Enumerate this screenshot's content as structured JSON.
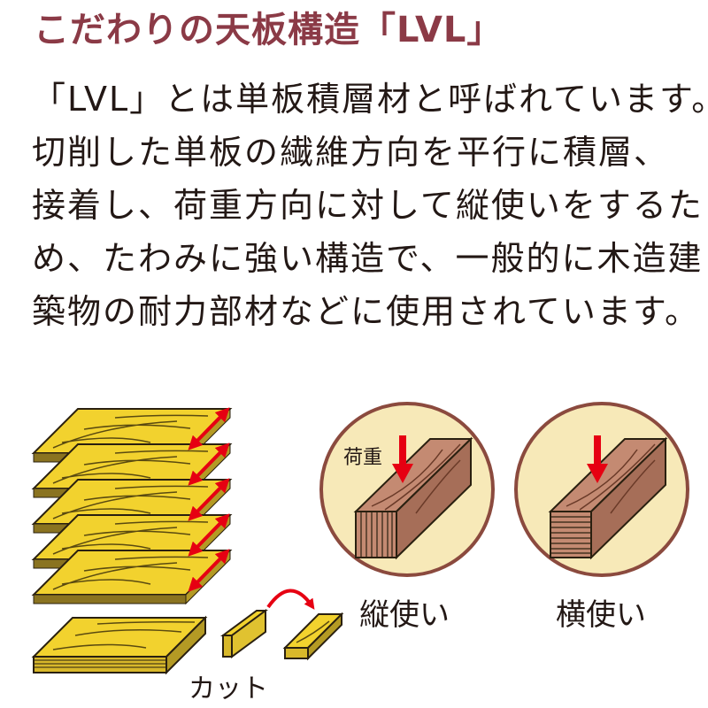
{
  "title": "こだわりの天板構造「LVL」",
  "description_lines": [
    "「LVL」とは単板積層材と呼ばれています。",
    "切削した単板の繊維方向を平行に積層、",
    "接着し、荷重方向に対して縦使いをするた",
    "め、たわみに強い構造で、一般的に木造建",
    "築物の耐力部材などに使用されています。"
  ],
  "diagram": {
    "cut_label": "カット",
    "load_label": "荷重",
    "vertical_use_label": "縦使い",
    "horizontal_use_label": "横使い"
  },
  "colors": {
    "title": "#8b3a46",
    "veneer": "#f2d22e",
    "wood": "#c48a72",
    "circle_fill": "#f7e9b8",
    "circle_border": "#8b4a3e",
    "arrow": "#e60012"
  }
}
